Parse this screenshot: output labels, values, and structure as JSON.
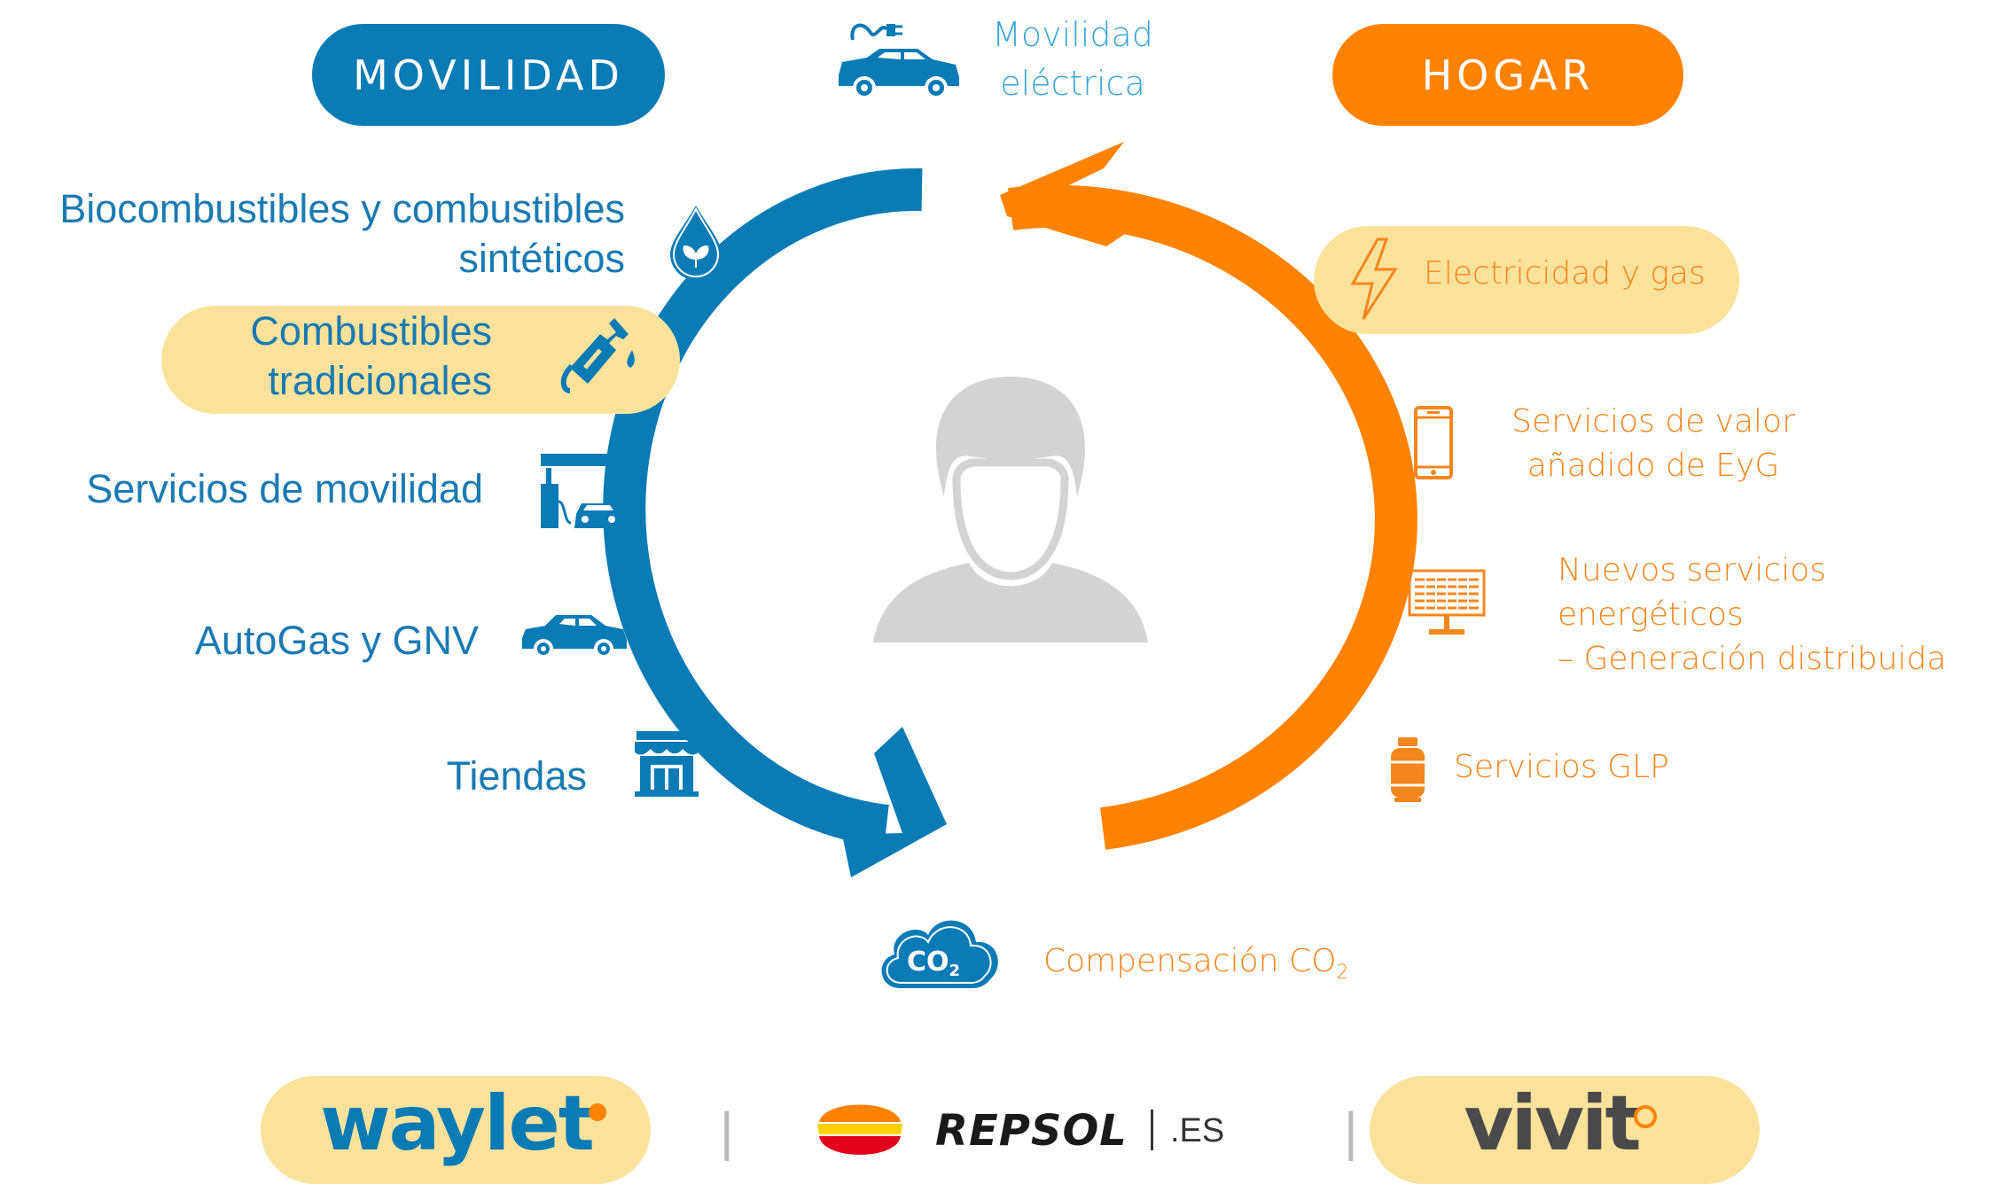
{
  "headers": {
    "left": "MOVILIDAD",
    "right": "HOGAR"
  },
  "top": {
    "line1": "Movilidad",
    "line2": "eléctrica"
  },
  "left_items": {
    "bio1": "Biocombustibles y combustibles",
    "bio2": "sintéticos",
    "comb1": "Combustibles",
    "comb2": "tradicionales",
    "serv": "Servicios de movilidad",
    "auto": "AutoGas y GNV",
    "tiendas": "Tiendas"
  },
  "right_items": {
    "elec": "Electricidad y gas",
    "valor1": "Servicios de valor",
    "valor2": "añadido  de EyG",
    "nuevos1": "Nuevos servicios energéticos",
    "nuevos2": "– Generación distribuida",
    "glp": "Servicios GLP"
  },
  "bottom": {
    "comp": "Compensación CO",
    "comp_sub": "2",
    "co2_icon_label": "CO",
    "co2_icon_sub": "2"
  },
  "brands": {
    "waylet": "waylet",
    "repsol": "REPSOL",
    "repsol_es": ".ES",
    "separator": "|",
    "vivit": "vivit"
  },
  "colors": {
    "blue": "#0a7bb5",
    "orange": "#ff8200",
    "highlight": "#fbe29a",
    "person": "#d3d3d3"
  },
  "icons": [
    "ev-car-icon",
    "water-drop-leaf-icon",
    "fuel-nozzle-icon",
    "gas-station-icon",
    "car-icon",
    "store-icon",
    "lightning-icon",
    "smartphone-icon",
    "solar-panel-icon",
    "gas-cylinder-icon",
    "co2-cloud-icon",
    "person-icon",
    "repsol-logo-icon"
  ]
}
